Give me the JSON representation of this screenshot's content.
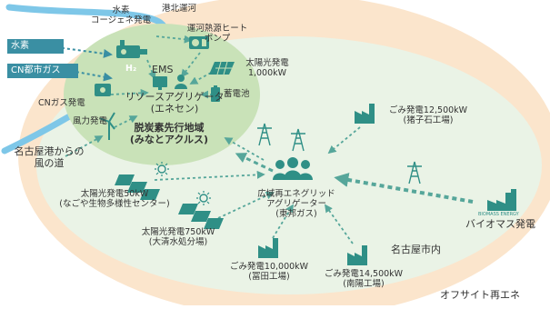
{
  "colors": {
    "offsite_area": "#fbe5cc",
    "city_area": "#e9f2e4",
    "decarb_area": "#c9e2b8",
    "river": "#7ec7e8",
    "icon_teal": "#2f8f86",
    "arrow_green": "#56a69a",
    "supply_tag": "#3a8fa3"
  },
  "inputs": {
    "hydrogen": "水素",
    "cn_gas": "CN都市ガス"
  },
  "decarb_zone": {
    "title_line1": "脱炭素先行地域",
    "title_line2": "(みなとアクルス)",
    "h2_cogen_line1": "水素",
    "h2_cogen_line2": "コージェネ発電",
    "h2_symbol": "H₂",
    "heat_pump_line1": "運河熱源ヒート",
    "heat_pump_line2": "ポンプ",
    "canal": "港北運河",
    "solar_line1": "太陽光発電",
    "solar_line2": "1,000kW",
    "battery": "蓄電池",
    "ems": "EMS",
    "aggregator_line1": "リソースアグリゲータ",
    "aggregator_line2": "(エネセン)",
    "cn_gas_gen": "CNガス発電",
    "wind": "風力発電"
  },
  "wind_path_line1": "名古屋港からの",
  "wind_path_line2": "風の道",
  "central": {
    "line1": "広域再エネグリッド",
    "line2": "アグリゲーター",
    "line3": "(東邦ガス)"
  },
  "nagoya_city": "名古屋市内",
  "offsite_renewable": "オフサイト再エネ",
  "sources": {
    "solar50_line1": "太陽光発電50kW",
    "solar50_line2": "(なごや生物多様性センター)",
    "solar750_line1": "太陽光発電750kW",
    "solar750_line2": "(大清水処分場)",
    "waste10000_line1": "ごみ発電10,000kW",
    "waste10000_line2": "(冨田工場)",
    "waste14500_line1": "ごみ発電14,500kW",
    "waste14500_line2": "(南陽工場)",
    "waste12500_line1": "ごみ発電12,500kW",
    "waste12500_line2": "(猪子石工場)",
    "biomass": "バイオマス発電",
    "biomass_sign": "BIOMASS ENERGY"
  }
}
